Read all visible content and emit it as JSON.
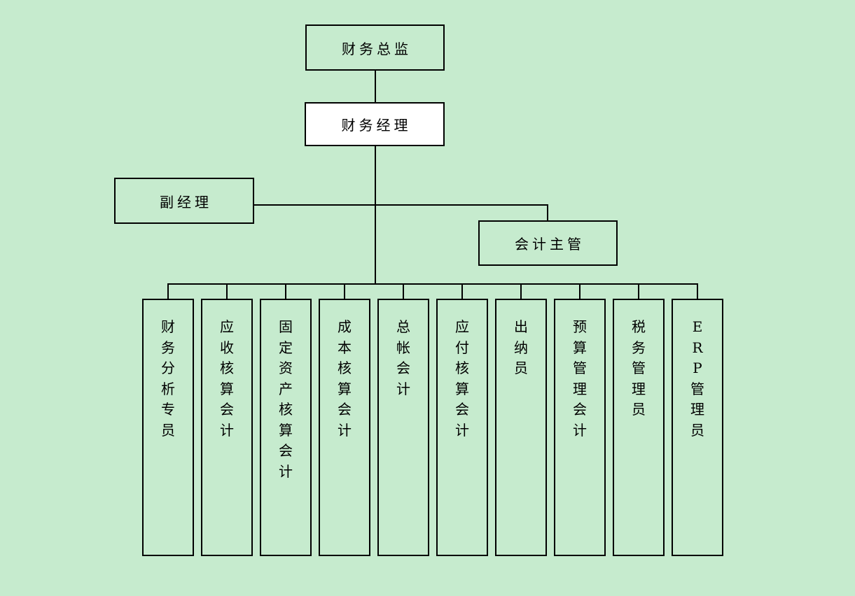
{
  "org_chart": {
    "type": "organization-chart",
    "title": "",
    "colors": {
      "background": "#c6ebce",
      "node_fill": "#c6ebce",
      "manager_node_fill": "#ffffff",
      "border_and_lines": "#000000",
      "text": "#000000"
    },
    "director": {
      "label": "财务总监"
    },
    "manager": {
      "label": "财务经理"
    },
    "deputy": {
      "label": "副经理"
    },
    "supervisor": {
      "label": "会计主管"
    },
    "staff": [
      {
        "label": "财务分析专员"
      },
      {
        "label": "应收核算会计"
      },
      {
        "label": "固定资产核算会计"
      },
      {
        "label": "成本核算会计"
      },
      {
        "label": "总帐会计"
      },
      {
        "label": "应付核算会计"
      },
      {
        "label": "出纳员"
      },
      {
        "label": "预算管理会计"
      },
      {
        "label": "税务管理员"
      },
      {
        "label": "ERP管理员"
      }
    ],
    "edges": [
      {
        "from": "财务总监",
        "to": "财务经理"
      },
      {
        "from": "财务经理",
        "to": "副经理"
      },
      {
        "from": "财务经理",
        "to": "会计主管"
      },
      {
        "from": "财务经理",
        "to": "财务分析专员"
      },
      {
        "from": "财务经理",
        "to": "应收核算会计"
      },
      {
        "from": "财务经理",
        "to": "固定资产核算会计"
      },
      {
        "from": "财务经理",
        "to": "成本核算会计"
      },
      {
        "from": "财务经理",
        "to": "总帐会计"
      },
      {
        "from": "财务经理",
        "to": "应付核算会计"
      },
      {
        "from": "财务经理",
        "to": "出纳员"
      },
      {
        "from": "财务经理",
        "to": "预算管理会计"
      },
      {
        "from": "财务经理",
        "to": "税务管理员"
      },
      {
        "from": "财务经理",
        "to": "ERP管理员"
      }
    ]
  }
}
